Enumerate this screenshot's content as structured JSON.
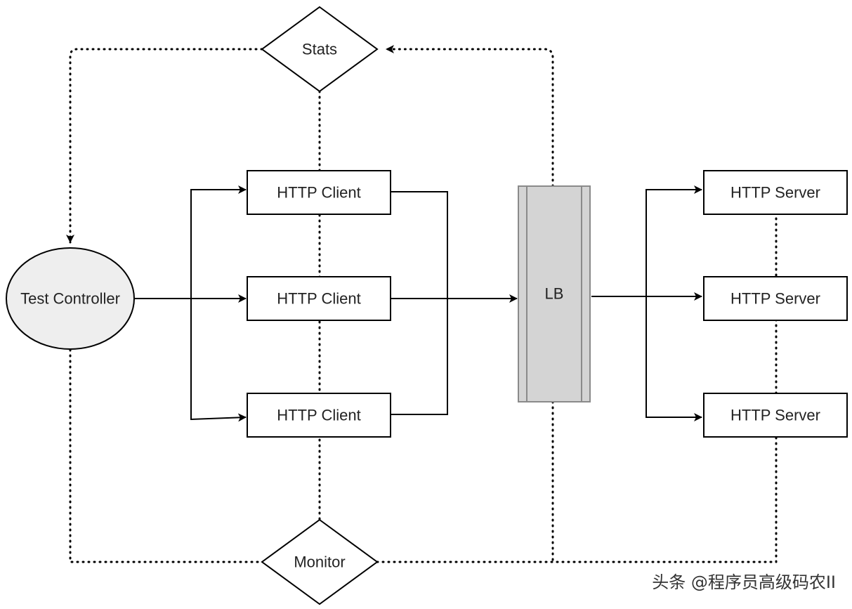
{
  "nodes": {
    "stats": "Stats",
    "monitor": "Monitor",
    "test_controller": "Test Controller",
    "clients": [
      "HTTP Client",
      "HTTP Client",
      "HTTP Client"
    ],
    "load_balancer": "LB",
    "servers": [
      "HTTP Server",
      "HTTP Server",
      "HTTP Server"
    ]
  },
  "watermark": "头条 @程序员高级码农II",
  "colors": {
    "stroke": "#000000",
    "controller_fill": "#eeeeee",
    "lb_fill": "#d4d4d4",
    "lb_stroke": "#8a8a8a",
    "node_fill": "#ffffff"
  }
}
